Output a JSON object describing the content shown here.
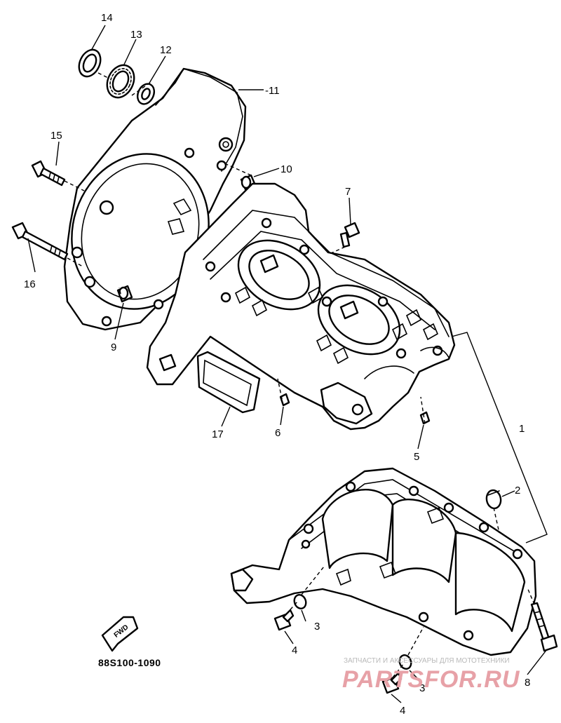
{
  "diagram_code": "88S100-1090",
  "fwd_label": "FWD",
  "watermark": {
    "tagline": "ЗАПЧАСТИ И АКСЕССУАРЫ ДЛЯ МОТОТЕХНИКИ",
    "brand": "PARTSFOR.RU"
  },
  "callouts": {
    "c1": "1",
    "c2": "2",
    "c3a": "3",
    "c3b": "3",
    "c4a": "4",
    "c4b": "4",
    "c5": "5",
    "c6": "6",
    "c7": "7",
    "c8": "8",
    "c9": "9",
    "c10": "10",
    "c11": "-11",
    "c12": "12",
    "c13": "13",
    "c14": "14",
    "c15": "15",
    "c16": "16",
    "c17": "17"
  }
}
